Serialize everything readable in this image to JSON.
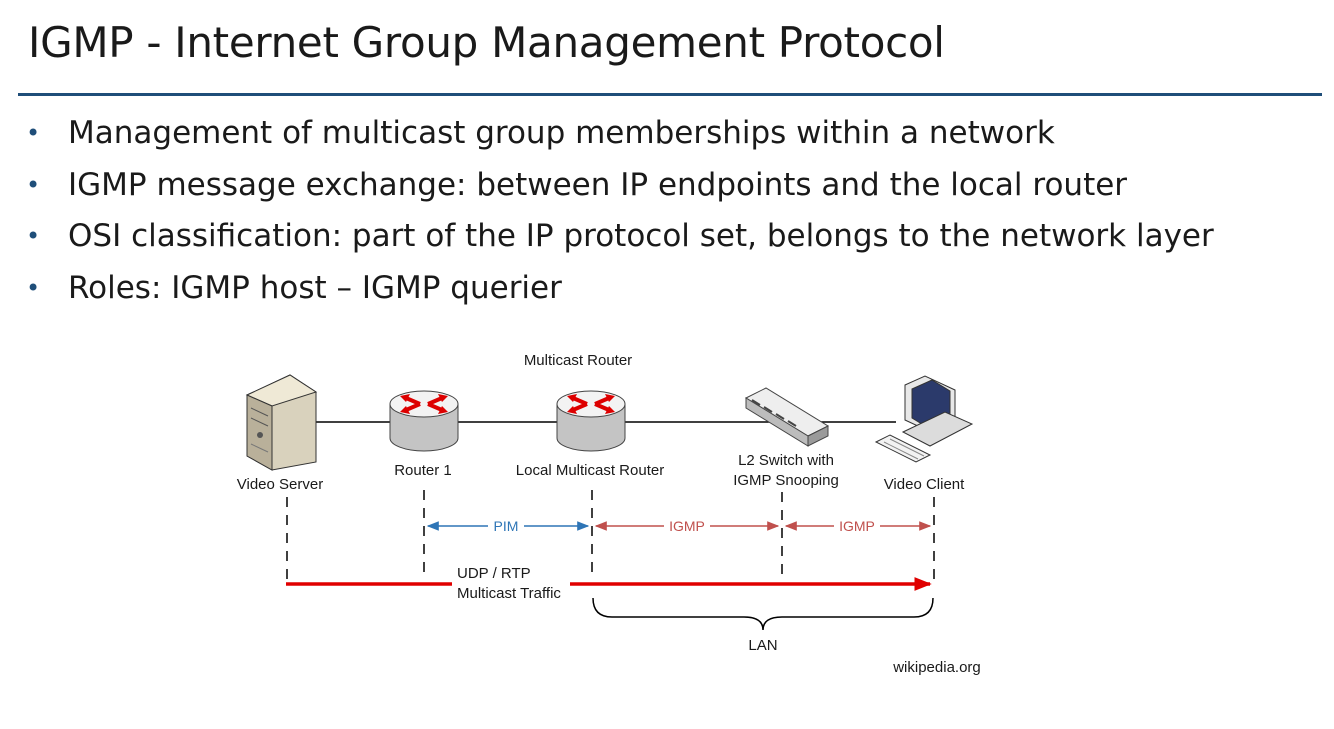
{
  "title": "IGMP - Internet Group Management Protocol",
  "bullets": [
    "Management of multicast group memberships within a network",
    "IGMP message exchange: between IP endpoints and the local router",
    "OSI classification: part of the IP protocol set, belongs to the network layer",
    "Roles: IGMP host – IGMP querier"
  ],
  "diagram": {
    "header_label": "Multicast Router",
    "nodes": {
      "video_server": "Video Server",
      "router1": "Router 1",
      "local_router": "Local Multicast Router",
      "switch_line1": "L2 Switch with",
      "switch_line2": "IGMP Snooping",
      "video_client": "Video Client"
    },
    "protocols": {
      "pim": "PIM",
      "igmp_1": "IGMP",
      "igmp_2": "IGMP"
    },
    "traffic_line1": "UDP / RTP",
    "traffic_line2": "Multicast Traffic",
    "lan": "LAN",
    "source": "wikipedia.org",
    "colors": {
      "pim": "#2e75b6",
      "igmp": "#c0504d",
      "traffic": "#e00000",
      "accent": "#1f4e79"
    }
  }
}
